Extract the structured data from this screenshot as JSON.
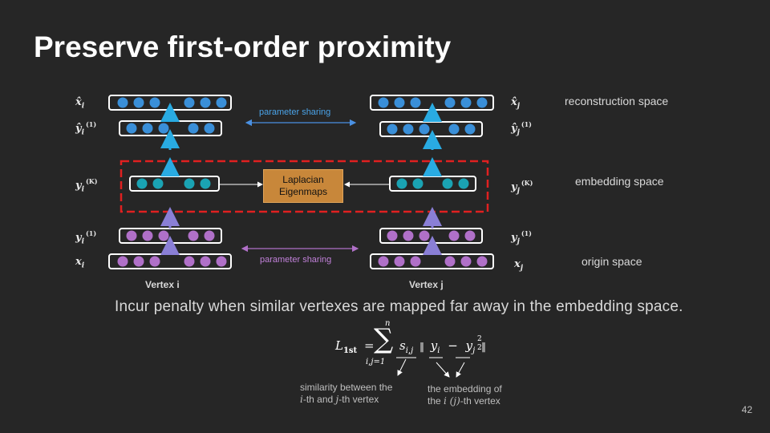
{
  "title": "Preserve first-order proximity",
  "labels": {
    "reconstruction_space": "reconstruction space",
    "embedding_space": "embedding space",
    "origin_space": "origin space",
    "vertex_i": "Vertex i",
    "vertex_j": "Vertex j",
    "parameter_sharing_top": "parameter sharing",
    "parameter_sharing_bottom": "parameter sharing",
    "laplacian_line1": "Laplacian",
    "laplacian_line2": "Eigenmaps"
  },
  "math": {
    "xhat_i": "x̂",
    "i": "i",
    "yhat_i": "ŷ",
    "sup_1": "(1)",
    "sup_K": "(K)",
    "y": "y",
    "x": "x",
    "j": "j",
    "xhat_j": "x̂",
    "yhat_j": "ŷ"
  },
  "sentence": "Incur penalty when similar vertexes are mapped far away in the embedding space.",
  "formula": {
    "lhs": "L",
    "lhs_sub": "1st",
    "equals": "=",
    "sum_top": "n",
    "sum_bottom": "i,j=1",
    "sigma": "∑",
    "s": "s",
    "s_sub": "i,j",
    "norm_open": "‖",
    "y_i": "y",
    "y_i_sub": "i",
    "minus": "−",
    "y_j": "y",
    "y_j_sub": "j",
    "norm_close": "‖",
    "exp": "2",
    "norm_sub": "2"
  },
  "notes": {
    "similarity_line1": "similarity between the",
    "similarity_line2_a": "i",
    "similarity_line2_b": "-th and ",
    "similarity_line2_c": "j",
    "similarity_line2_d": "-th vertex",
    "embedding_line1": "the embedding of",
    "embedding_line2_a": "the ",
    "embedding_line2_b": "i (j)",
    "embedding_line2_c": "-th vertex"
  },
  "page_number": "42",
  "colors": {
    "background": "#262626",
    "blue_node": "#3a8fd8",
    "teal_node": "#1aa3b3",
    "purple_node": "#b070c8",
    "arrow_blue": "#29abe2",
    "arrow_purple": "#8a7fd6",
    "dashed_red": "#e02020",
    "laplacian_fill": "#c8873a"
  }
}
